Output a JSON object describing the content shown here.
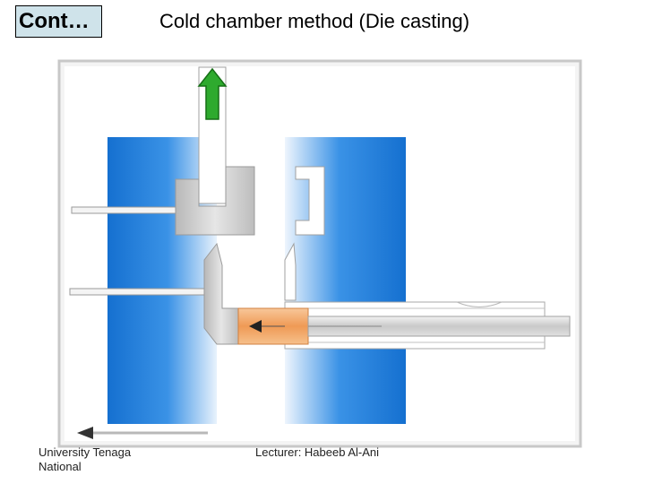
{
  "slide": {
    "tag": "Cont…",
    "title": "Cold chamber method (Die casting)"
  },
  "footer": {
    "left": "University Tenaga National",
    "right": "Lecturer: Habeeb Al-Ani"
  },
  "colors": {
    "die_blue": "#1a7ad6",
    "arrow_green": "#2eaa2e",
    "slug_orange": "#f0a060",
    "steel_gray": "#c4c4c4"
  },
  "icons": {
    "up_arrow": "green-up-arrow-icon",
    "plunger_arrow": "left-arrow-icon",
    "ejector_arrow": "left-arrow-icon"
  }
}
